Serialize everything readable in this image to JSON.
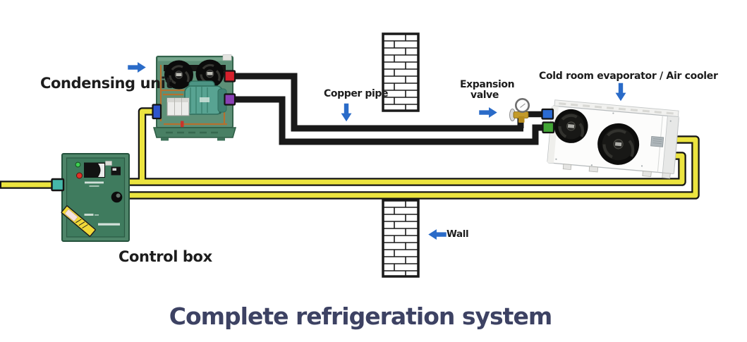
{
  "title": {
    "text": "Complete refrigeration system",
    "color": "#3d4263"
  },
  "labels": {
    "condensing_unit": "Condensing unit",
    "copper_pipe": "Copper pipe",
    "expansion_valve": "Expansion\nvalve",
    "evaporator": "Cold room evaporator / Air cooler",
    "wall": "Wall",
    "control_box": "Control box"
  },
  "colors": {
    "arrow_blue": "#2a6bc8",
    "label_text": "#1d1d1d",
    "pipe_black": "#191919",
    "cable_yellow": "#ece43f",
    "connector_red": "#d5202c",
    "connector_purple": "#8a41b5",
    "connector_blue_condensing": "#2e55cc",
    "connector_blue_evaporator": "#2b6bd4",
    "connector_green": "#43a636",
    "connector_teal": "#45b8aa",
    "condensing_unit_green": "#5d9077",
    "control_box_green": "#3f7b5e",
    "compressor_teal": "#58a392",
    "evaporator_white": "#fcfcfb",
    "wall_outline": "#1a1a1a"
  }
}
